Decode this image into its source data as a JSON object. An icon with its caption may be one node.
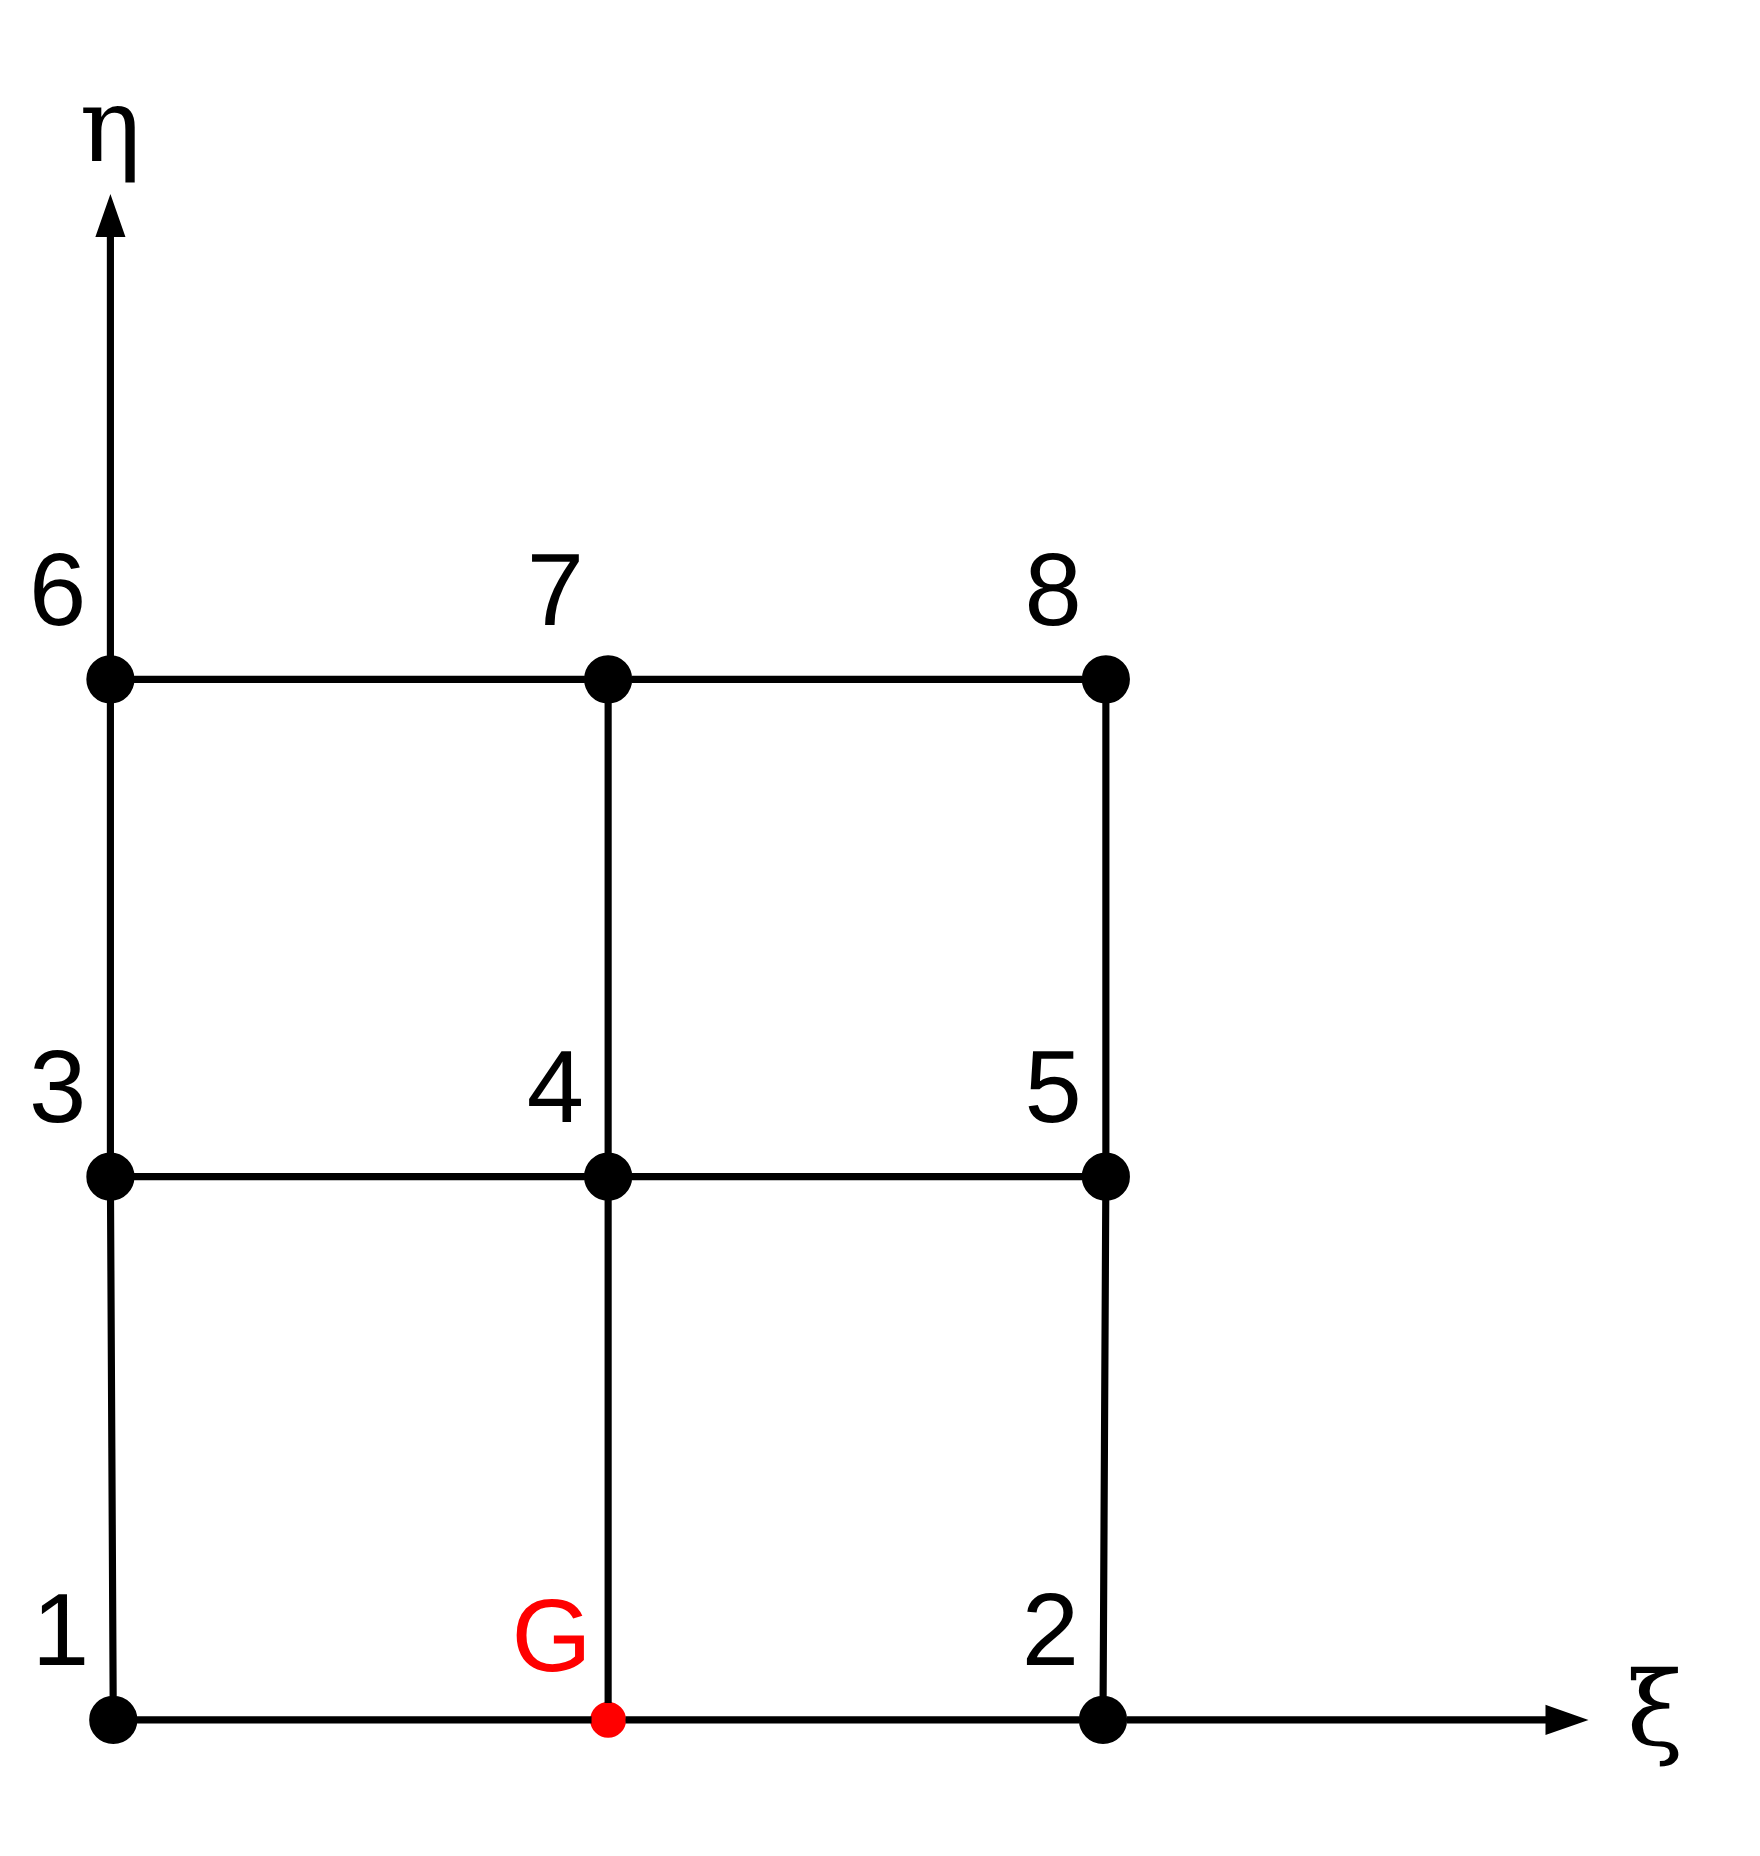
{
  "diagram": {
    "nodes": [
      {
        "text": [
          "6"
        ]
      },
      {
        "text": [
          "7"
        ]
      },
      {
        "text": [
          "8"
        ]
      },
      {
        "text": [
          "3"
        ]
      },
      {
        "text": [
          "4"
        ]
      },
      {
        "text": [
          "5"
        ]
      },
      {
        "text": [
          "1"
        ]
      },
      {
        "text": [
          "G"
        ]
      },
      {
        "text": [
          "2"
        ]
      }
    ],
    "edges": [
      {
        "from": 0,
        "to": 1,
        "arrow": "none"
      },
      {
        "from": 1,
        "to": 2,
        "arrow": "none"
      },
      {
        "from": 0,
        "to": 3,
        "arrow": "none"
      },
      {
        "from": 1,
        "to": 4,
        "arrow": "none"
      },
      {
        "from": 2,
        "to": 5,
        "arrow": "none"
      },
      {
        "from": 3,
        "to": 4,
        "arrow": "none"
      },
      {
        "from": 4,
        "to": 5,
        "arrow": "none"
      },
      {
        "from": 3,
        "to": 6,
        "arrow": "none"
      },
      {
        "from": 4,
        "to": 7,
        "arrow": "none"
      },
      {
        "from": 5,
        "to": 8,
        "arrow": "none"
      },
      {
        "from": 6,
        "to": 7,
        "arrow": "none"
      },
      {
        "from": 7,
        "to": 8,
        "arrow": "none"
      }
    ],
    "labels": [
      "η",
      "ξ"
    ]
  }
}
